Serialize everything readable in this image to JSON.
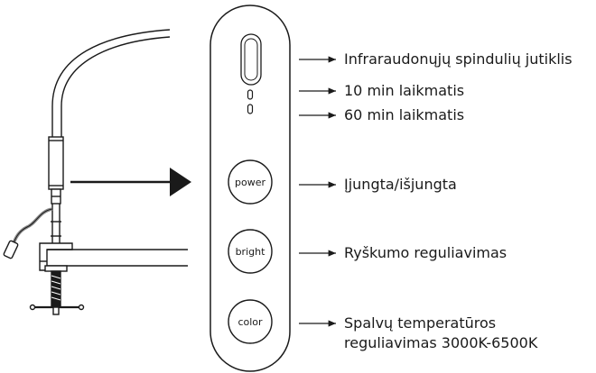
{
  "diagram": {
    "buttons": [
      {
        "id": "power",
        "label": "power"
      },
      {
        "id": "bright",
        "label": "bright"
      },
      {
        "id": "color",
        "label": "color"
      }
    ],
    "callouts": [
      {
        "id": "infrared",
        "text": "Infraraudonųjų spindulių jutiklis"
      },
      {
        "id": "timer10",
        "text": "10 min laikmatis"
      },
      {
        "id": "timer60",
        "text": "60 min laikmatis"
      },
      {
        "id": "power",
        "text": "Įjungta/išjungta"
      },
      {
        "id": "brightness",
        "text": "Ryškumo reguliavimas"
      },
      {
        "id": "color_line1",
        "text": "Spalvų temperatūros"
      },
      {
        "id": "color_line2",
        "text": "reguliavimas 3000K-6500K"
      }
    ],
    "colors": {
      "line": "#1a1a1a",
      "cable": "#8a8a8a"
    }
  }
}
